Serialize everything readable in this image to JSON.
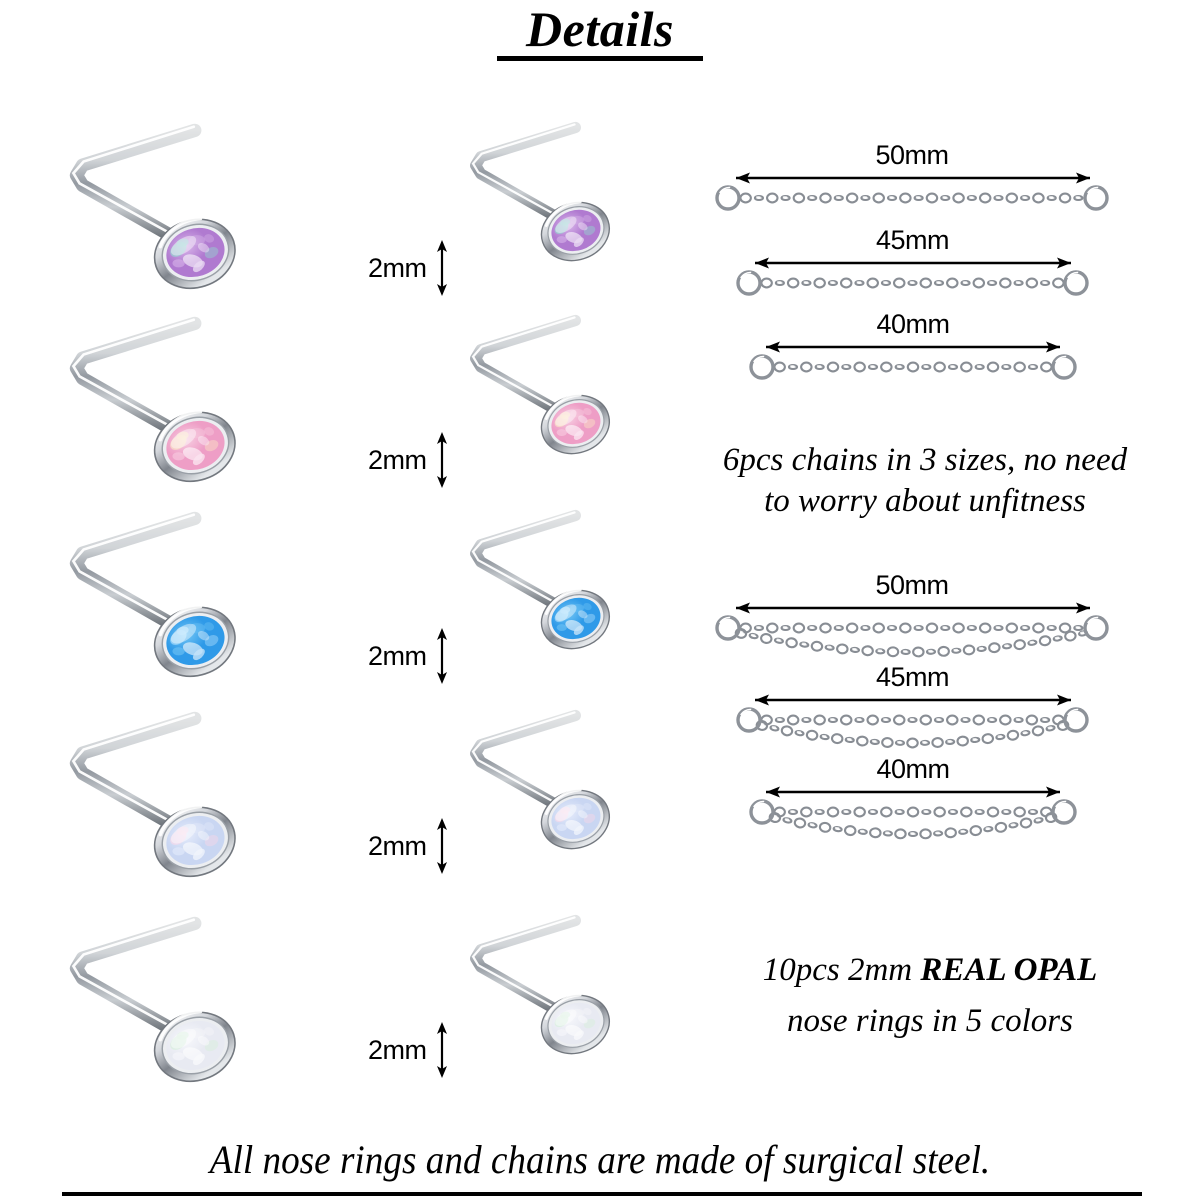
{
  "title": "Details",
  "footer": {
    "text": "All nose rings and chains are made of surgical steel."
  },
  "nose_rings": {
    "size_label": "2mm",
    "count_note": "10pcs 2mm REAL OPAL nose rings in 5 colors",
    "rows": [
      {
        "color_name": "purple-opal",
        "gem_color": "#b07ad0",
        "gem_color_2": "#d9b6ea",
        "gem_highlight": "#8fe3d0"
      },
      {
        "color_name": "pink-opal",
        "gem_color": "#ee9ec6",
        "gem_color_2": "#f7cfe2",
        "gem_highlight": "#fdf0c4"
      },
      {
        "color_name": "blue-opal",
        "gem_color": "#2f9ae8",
        "gem_color_2": "#73c6f5",
        "gem_highlight": "#bfe8ff"
      },
      {
        "color_name": "lavender-white-opal",
        "gem_color": "#c9d6f2",
        "gem_color_2": "#e6ecfb",
        "gem_highlight": "#ffd9e8"
      },
      {
        "color_name": "white-opal",
        "gem_color": "#e8eaf2",
        "gem_color_2": "#f7f8fc",
        "gem_highlight": "#d5f0d8"
      }
    ]
  },
  "chains": {
    "single": {
      "sizes": [
        "50mm",
        "45mm",
        "40mm"
      ],
      "caption_line_1": "6pcs chains in 3 sizes, no need",
      "caption_line_2": "to worry about unfitness"
    },
    "double": {
      "sizes": [
        "50mm",
        "45mm",
        "40mm"
      ]
    }
  },
  "opal_caption": {
    "line1_plain": "10pcs 2mm ",
    "line1_bold": "REAL OPAL",
    "line2": "nose rings in 5 colors"
  },
  "colors": {
    "background": "#ffffff",
    "ink": "#000000",
    "steel_light": "#fdfdfd",
    "steel_mid": "#b9bcc2",
    "steel_dark": "#5d6167"
  }
}
